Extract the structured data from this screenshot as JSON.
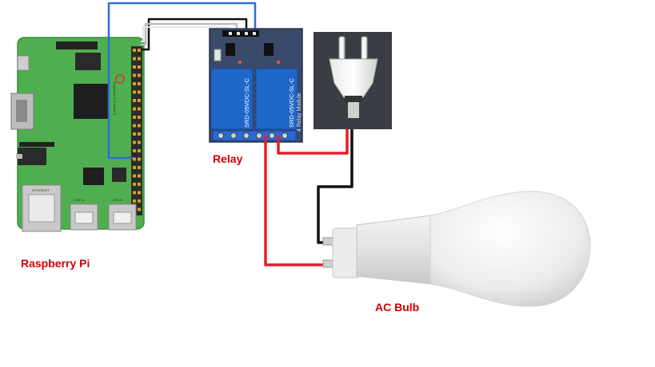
{
  "labels": {
    "raspberry_pi": "Raspberry Pi",
    "relay": "Relay",
    "ac_bulb": "AC Bulb"
  },
  "pi_board": {
    "model_text": "Raspberry Pi 4 Model B",
    "ethernet": "ETHERNET",
    "usb2": "USB 2x",
    "usb3": "USB 3x"
  },
  "relay_module": {
    "relay_text": "SRD-05VDC-SL-C",
    "module_text": "4 Relay Module"
  },
  "colors": {
    "label": "#d00000",
    "wire_red": "#e0202a",
    "wire_black": "#111111",
    "wire_blue": "#2a70c8",
    "wire_white": "#dddddd",
    "pi_pcb": "#4fae4f",
    "relay_pcb": "#3a4a6a",
    "relay_body": "#1f66c9",
    "plug_bg": "#3a3d44",
    "bulb": "#f2f2f2"
  }
}
